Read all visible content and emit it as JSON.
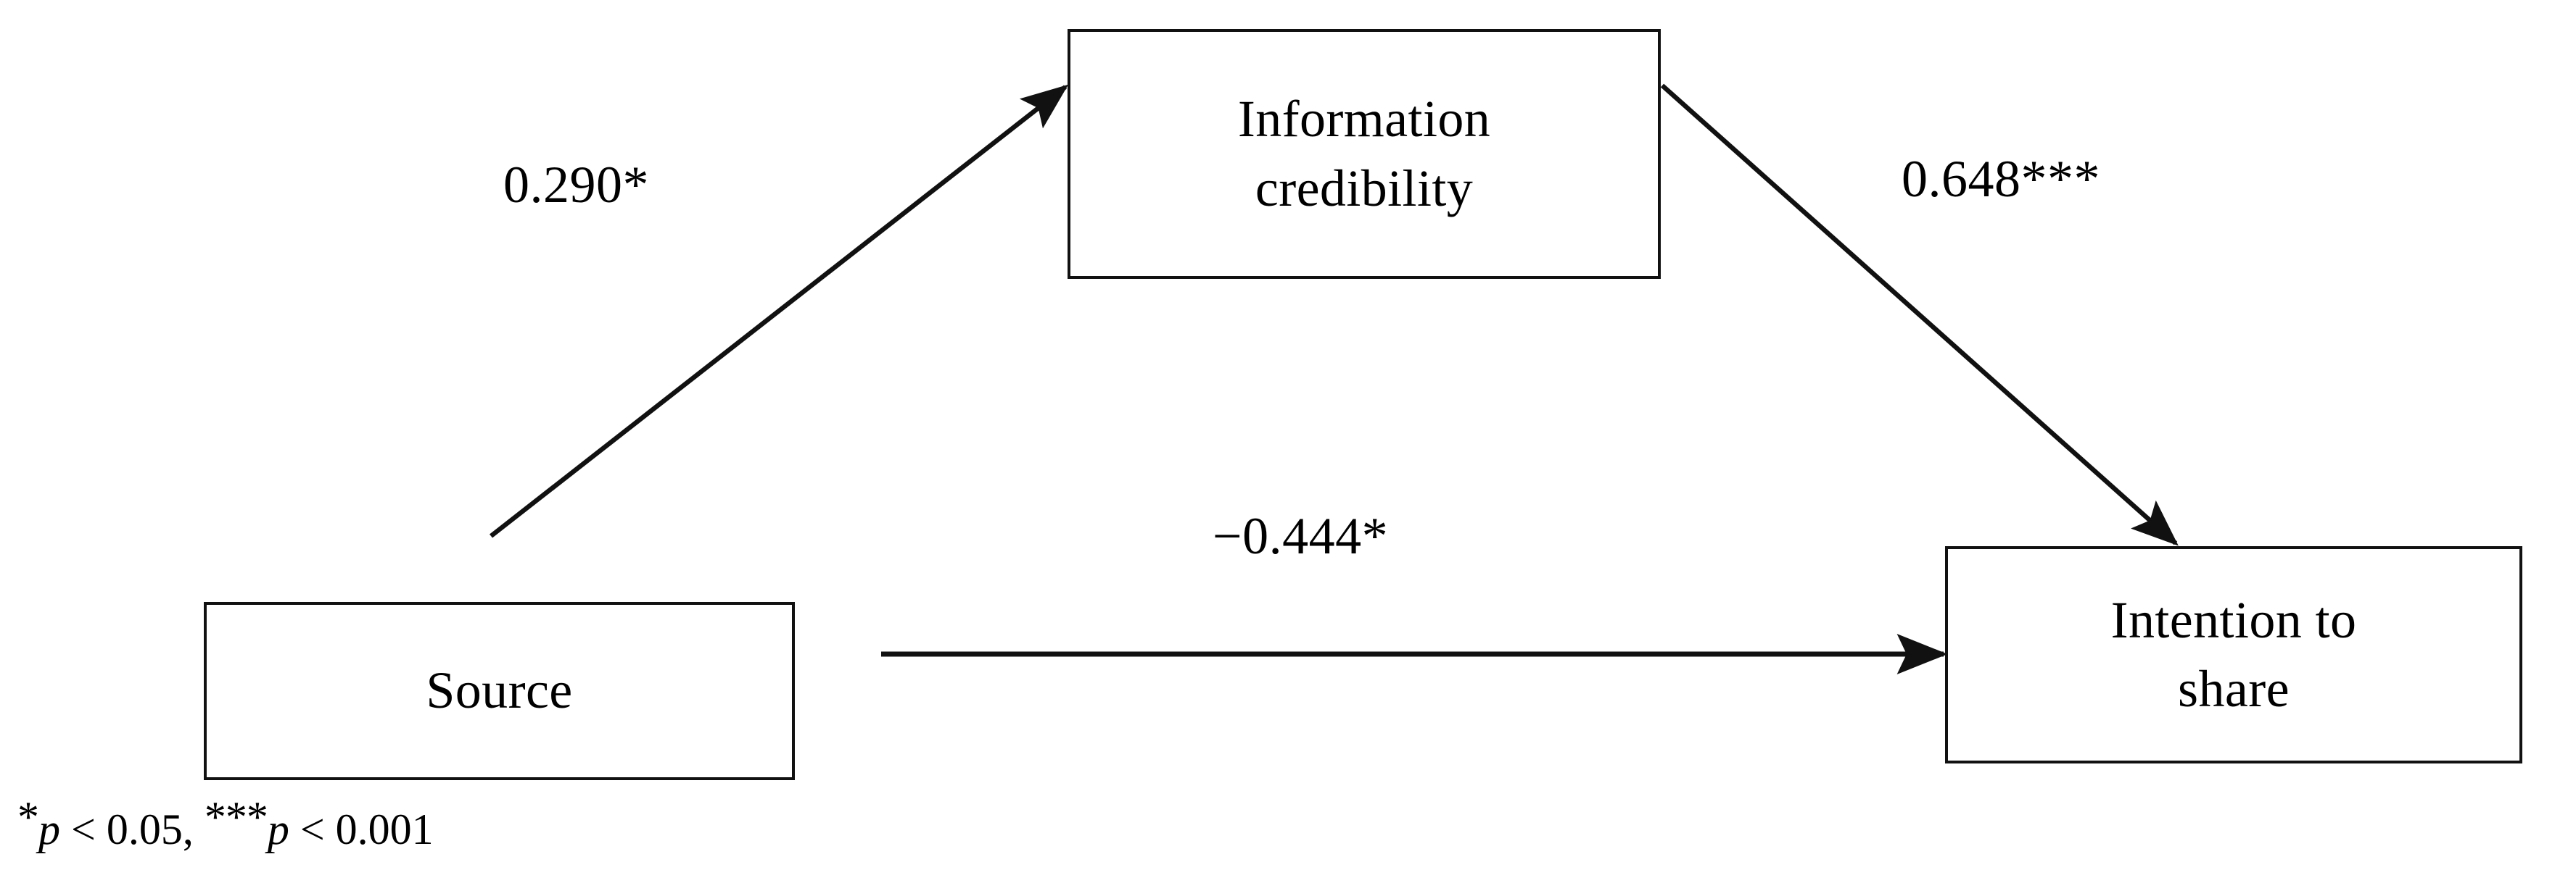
{
  "diagram": {
    "type": "path-model",
    "title": "",
    "background_color": "#ffffff",
    "line_color": "#111111",
    "text_color": "#000000",
    "nodes": [
      {
        "id": "information-credibility",
        "lines": [
          "Information",
          "credibility"
        ]
      },
      {
        "id": "source",
        "lines": [
          "Source"
        ]
      },
      {
        "id": "intention-to-share",
        "lines": [
          "Intention to",
          "share"
        ]
      }
    ],
    "edges": [
      {
        "id": "source-to-credibility",
        "from": "source",
        "to": "information-credibility",
        "label": "0.290*",
        "coefficient": 0.29,
        "significance": "*",
        "sign": "positive"
      },
      {
        "id": "credibility-to-intention",
        "from": "information-credibility",
        "to": "intention-to-share",
        "label": "0.648***",
        "coefficient": 0.648,
        "significance": "***",
        "sign": "positive"
      },
      {
        "id": "source-to-intention",
        "from": "source",
        "to": "intention-to-share",
        "label": "−0.444*",
        "coefficient": -0.444,
        "significance": "*",
        "sign": "negative"
      }
    ],
    "footnote": {
      "star_one": "*",
      "p_one": "p",
      "text_one": " < 0.05, ",
      "star_three": "***",
      "p_two": "p",
      "text_two": " < 0.001",
      "full": "*p < 0.05, ***p < 0.001"
    }
  }
}
